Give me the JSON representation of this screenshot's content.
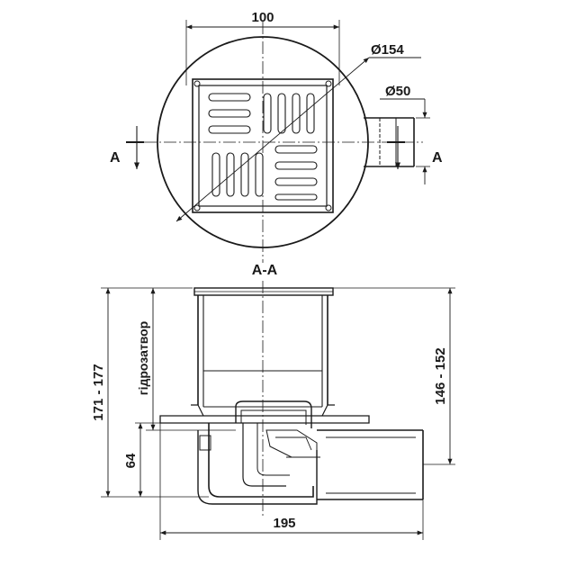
{
  "top_view": {
    "dim_width": "100",
    "dim_outer_diameter": "Ø154",
    "dim_outlet_diameter": "Ø50",
    "section_mark_left": "A",
    "section_mark_right": "A"
  },
  "section_view": {
    "title": "A-A",
    "dim_total_height": "171 - 177",
    "label_water_seal": "гідрозатвор",
    "dim_outlet_height": "64",
    "dim_body_height": "146 - 152",
    "dim_total_length": "195"
  },
  "colors": {
    "line": "#1a1a1a",
    "background": "#ffffff"
  }
}
